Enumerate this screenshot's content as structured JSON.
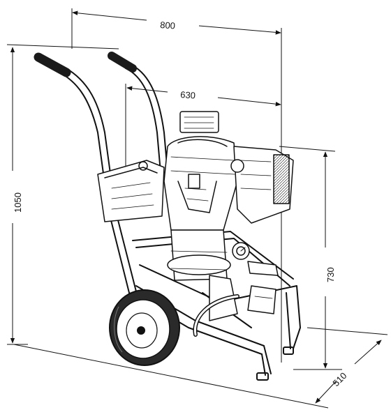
{
  "dimensions": {
    "top_width": "800",
    "inner_width": "630",
    "total_height": "1050",
    "body_height": "730",
    "depth": "510"
  },
  "colors": {
    "ink": "#111111",
    "paper": "#ffffff",
    "tire": "#2a2a2a",
    "grip": "#1a1a1a"
  }
}
